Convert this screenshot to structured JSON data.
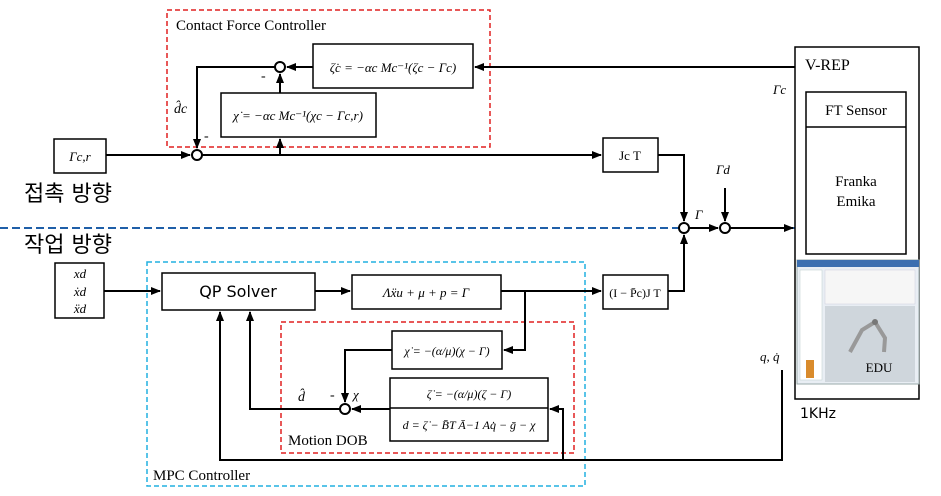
{
  "labels": {
    "contact_force_controller": "Contact Force Controller",
    "zeta_c_eq": "ζ̇c = −αc Mc⁻¹(ζc − Γc)",
    "chi_c_eq": "χ̇ = −αc Mc⁻¹(χc − Γc,r)",
    "d_hat_c": "d̂c",
    "gamma_cr": "Γc,r",
    "jc_t": "Jc T",
    "gamma_d": "Γd",
    "gamma": "Γ",
    "gamma_c": "Γc",
    "contact_direction": "접촉 방향",
    "task_direction": "작업 방향",
    "x_d": "xd",
    "xdot_d": "ẋd",
    "xddot_d": "ẍd",
    "qp_solver": "QP Solver",
    "dynamics_eq": "Λẍu + μ + p = Γ",
    "null_proj": "(I − P̄c)J T",
    "chi_eq": "χ̇ = −(α/μ)(χ − Γ)",
    "zeta_eq": "ζ̇ = −(α/μ)(ζ − Γ)",
    "d_eq": "d = ζ̇ − B̄T Ā−1 Aq̇ − ḡ − χ",
    "d_hat": "d̂",
    "chi": "χ",
    "motion_dob": "Motion DOB",
    "mpc_controller": "MPC Controller",
    "v_rep": "V-REP",
    "ft_sensor": "FT Sensor",
    "franka_1": "Franka",
    "franka_2": "Emika",
    "q_qdot": "q, q̇",
    "rate": "1KHz",
    "minus": "-",
    "edu": "EDU"
  },
  "colors": {
    "line": "#000000",
    "red_dash": "#e02020",
    "cyan_dash": "#22b0e0",
    "blue_dash": "#1f5fa8"
  }
}
